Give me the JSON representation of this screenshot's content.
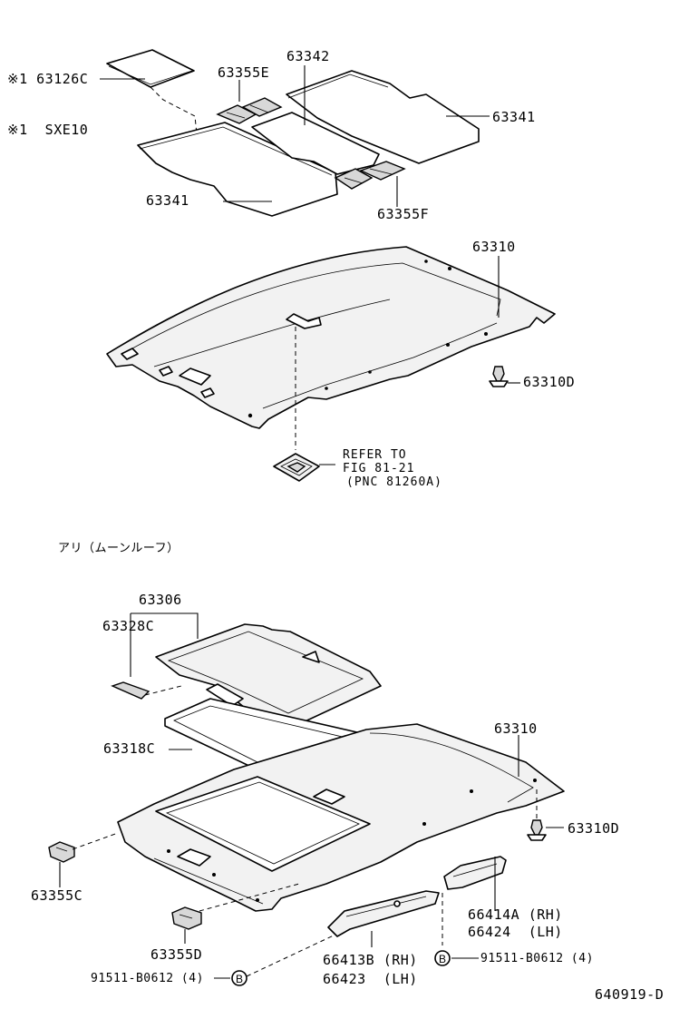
{
  "figure_id": "640919-D",
  "upper": {
    "mark_note_1": "※1 63126C",
    "mark_note_2": "※1  SXE10",
    "parts": {
      "p63355E": "63355E",
      "p63342": "63342",
      "p63341_right": "63341",
      "p63341_left": "63341",
      "p63355F": "63355F",
      "p63310": "63310",
      "p63310D": "63310D"
    },
    "refer_line1": "REFER TO",
    "refer_line2": "FIG 81-21",
    "refer_line3": "(PNC 81260A)"
  },
  "lower": {
    "section_heading": "アリ（ムーンルーフ）",
    "parts": {
      "p63306": "63306",
      "p63328C": "63328C",
      "p63318C": "63318C",
      "p63310": "63310",
      "p63310D": "63310D",
      "p63355C": "63355C",
      "p63355D": "63355D",
      "p66414A": "66414A (RH)",
      "p66424": "66424  (LH)",
      "p66413B": "66413B (RH)",
      "p66423": "66423  (LH)",
      "bolt_right": "91511-B0612 (4)",
      "bolt_left": "91511-B0612 (4)",
      "ref_b": "B"
    }
  }
}
